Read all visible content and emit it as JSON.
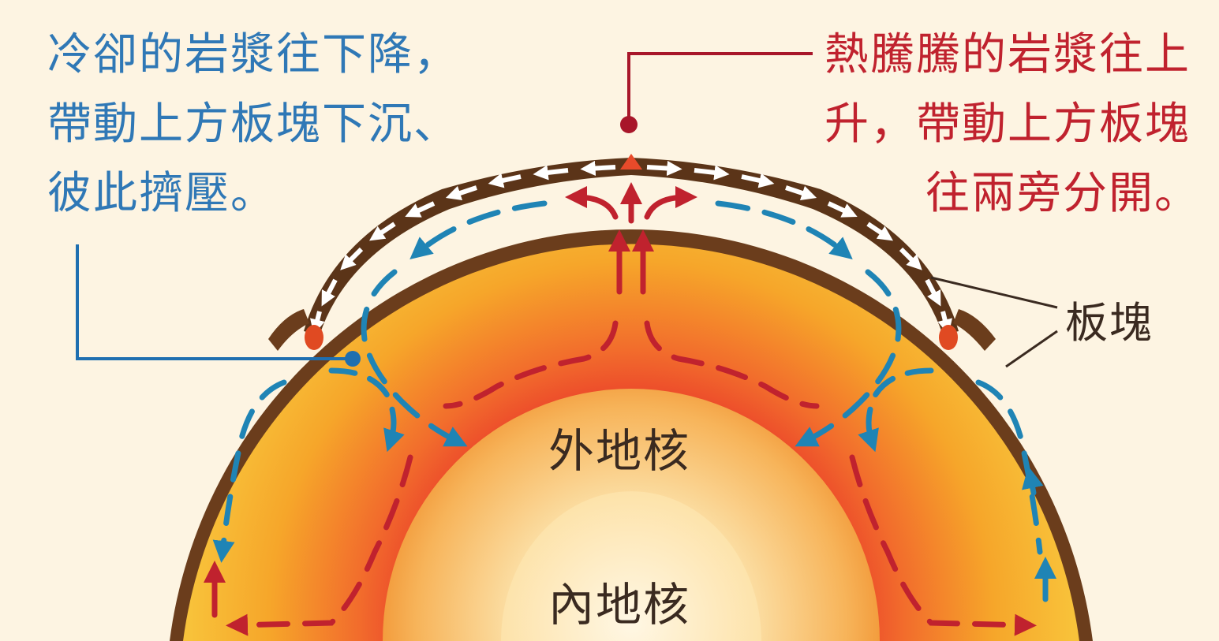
{
  "annotations": {
    "cold_magma_lines": [
      "冷卻的岩漿往下降，",
      "帶動上方板塊下沉、",
      "彼此擠壓。"
    ],
    "hot_magma_lines": [
      "熱騰騰的岩漿往上",
      "升，帶動上方板塊",
      "往兩旁分開。"
    ],
    "plate_label": "板塊",
    "outer_core_label": "外地核",
    "inner_core_label": "內地核"
  },
  "colors": {
    "background": "#fdf4e2",
    "cold_flow": "#1f84b5",
    "hot_flow": "#c0222e",
    "plate": "#6b3d1c",
    "mantle": "#f6b02a",
    "outer_core": "#f7c46e",
    "inner_core": "#fde9bd"
  }
}
